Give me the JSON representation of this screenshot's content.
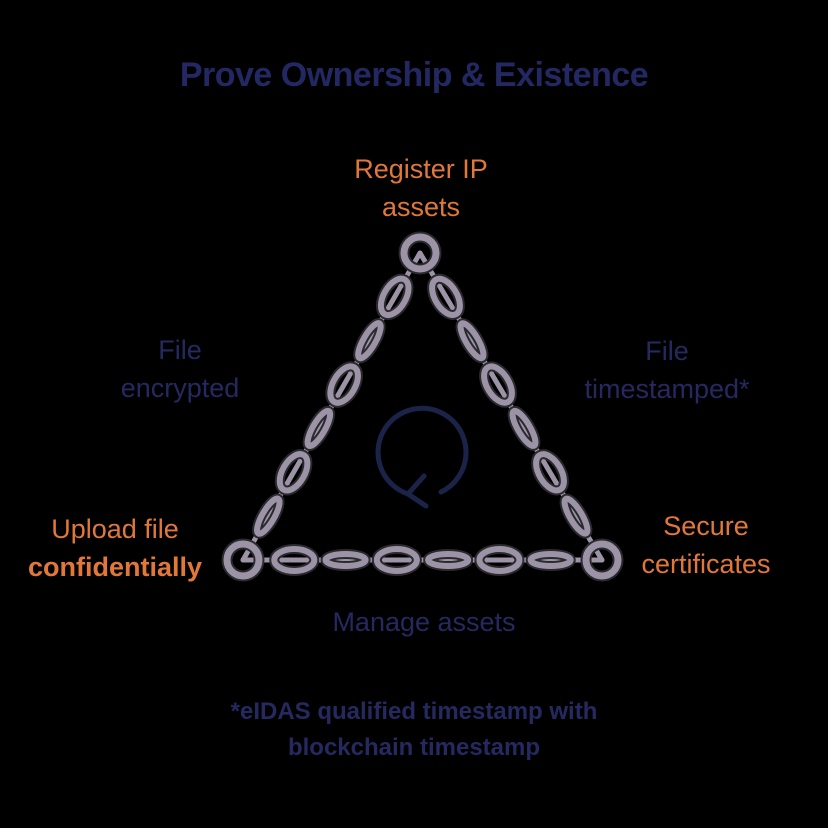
{
  "title": "Prove Ownership & Existence",
  "nodes": {
    "top": {
      "line1": "Register IP",
      "line2": "assets"
    },
    "bottom_left": {
      "line1": "Upload file",
      "line2": "confidentially"
    },
    "bottom_right": {
      "line1": "Secure",
      "line2": "certificates"
    }
  },
  "edges": {
    "left": {
      "line1": "File",
      "line2": "encrypted"
    },
    "right": {
      "line1": "File",
      "line2": "timestamped*"
    },
    "bottom": {
      "line1": "Manage assets"
    }
  },
  "footnote": {
    "line1": "*eIDAS qualified timestamp with",
    "line2": "blockchain timestamp"
  },
  "center_icon": "cycle-arrow-icon",
  "chain_icon": "chain-link-icon",
  "colors": {
    "background": "#000000",
    "title": "#232863",
    "node_text": "#E2773A",
    "edge_text": "#25295F",
    "chain": "#9C94A6",
    "chain_outline": "#2A2A2E",
    "icon": "#1C2348"
  }
}
